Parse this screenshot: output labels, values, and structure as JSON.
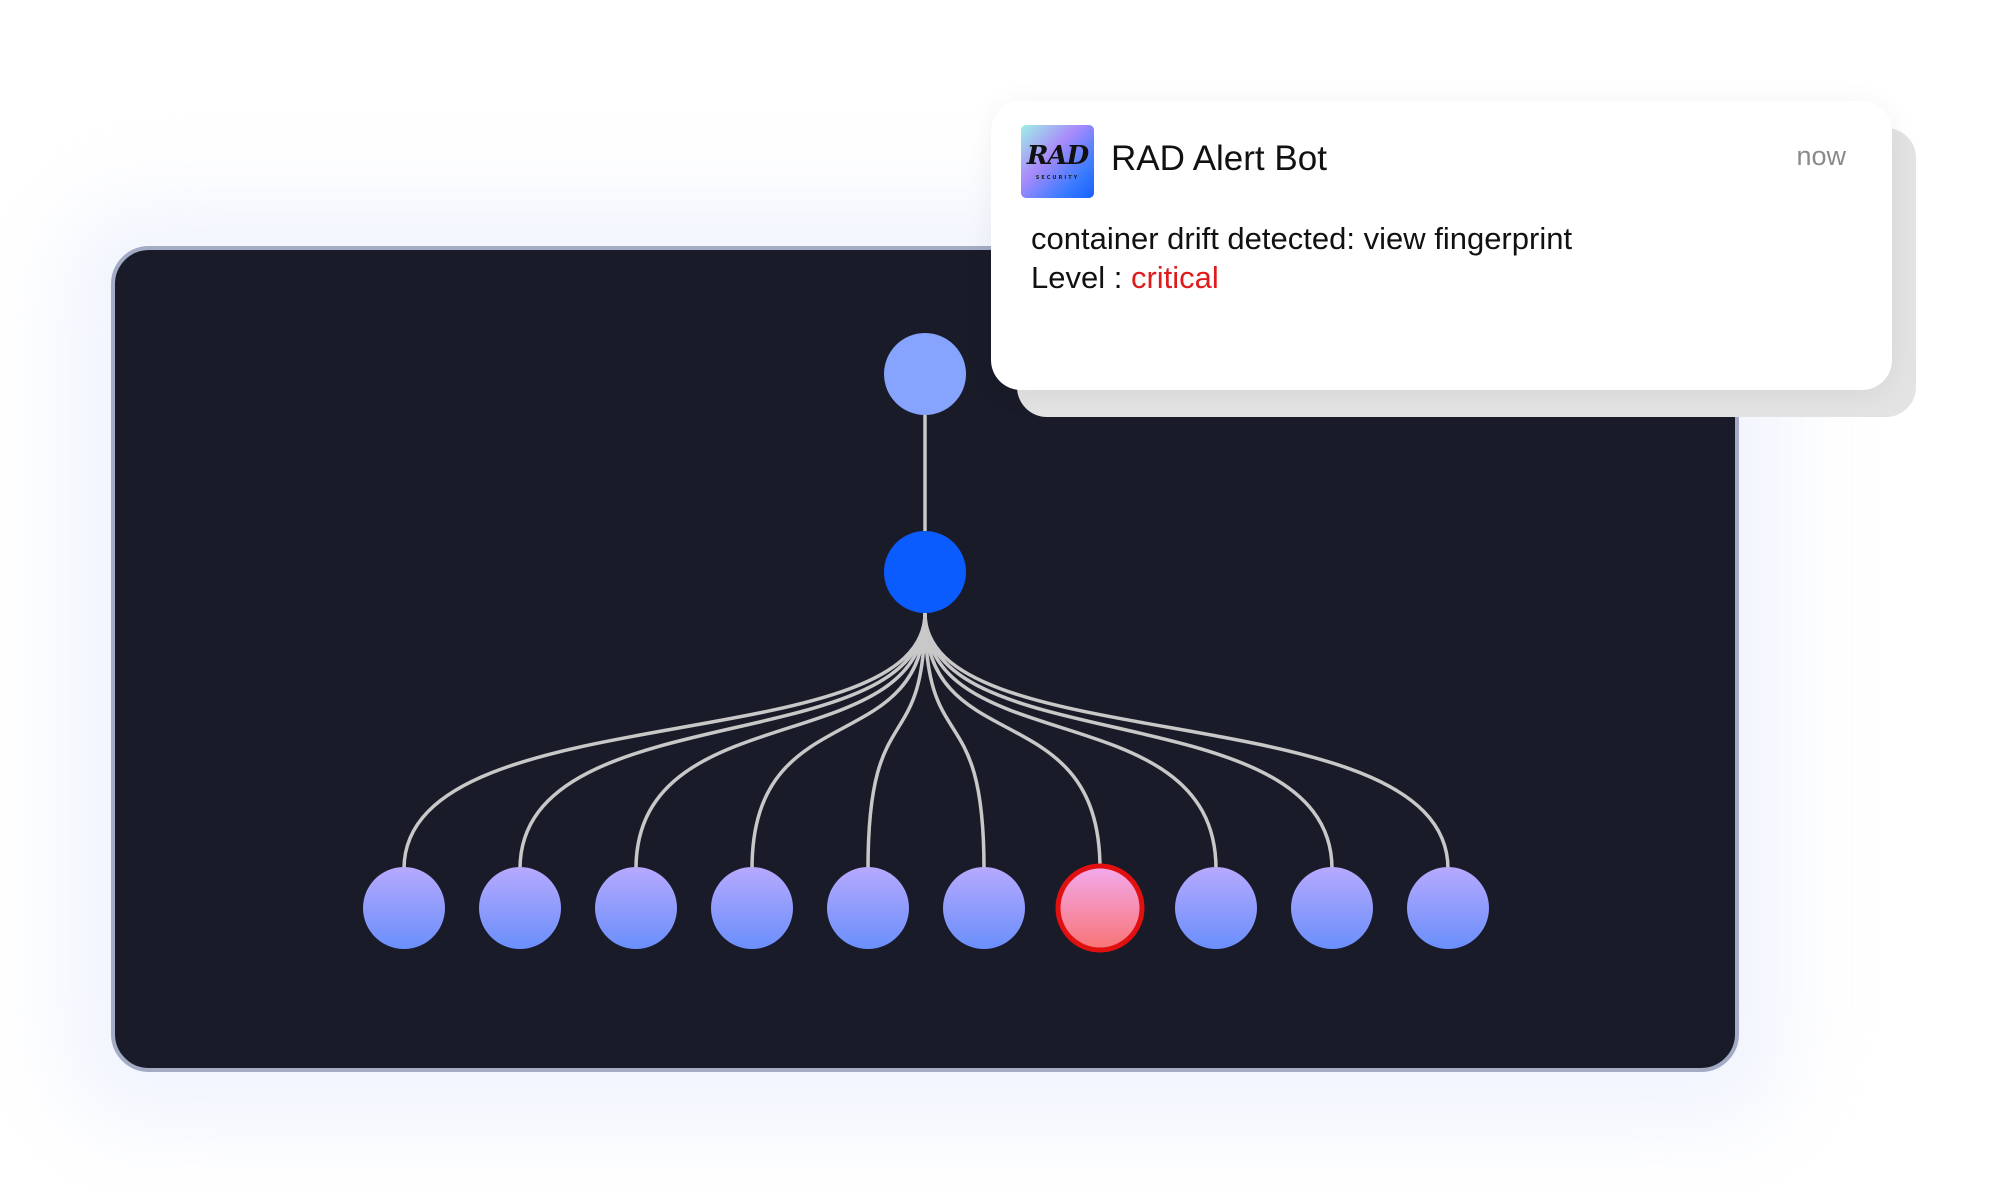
{
  "notification": {
    "app_name": "RAD Alert Bot",
    "logo_text": "RAD",
    "logo_subtext": "SECURITY",
    "timestamp": "now",
    "message": "container drift detected: view fingerprint",
    "level_label": "Level : ",
    "level_value": "critical",
    "level_color": "#e01b1b"
  },
  "graph": {
    "root_color": "#86a4fd",
    "parent_color": "#0a5cff",
    "leaf_gradient": [
      "#b6a9fd",
      "#6a8ffc"
    ],
    "critical_gradient": [
      "#f3aaee",
      "#f87474"
    ],
    "critical_stroke": "#e01010",
    "edge_color": "#c8c8c8",
    "leaf_count": 10,
    "critical_leaf_index": 6
  }
}
